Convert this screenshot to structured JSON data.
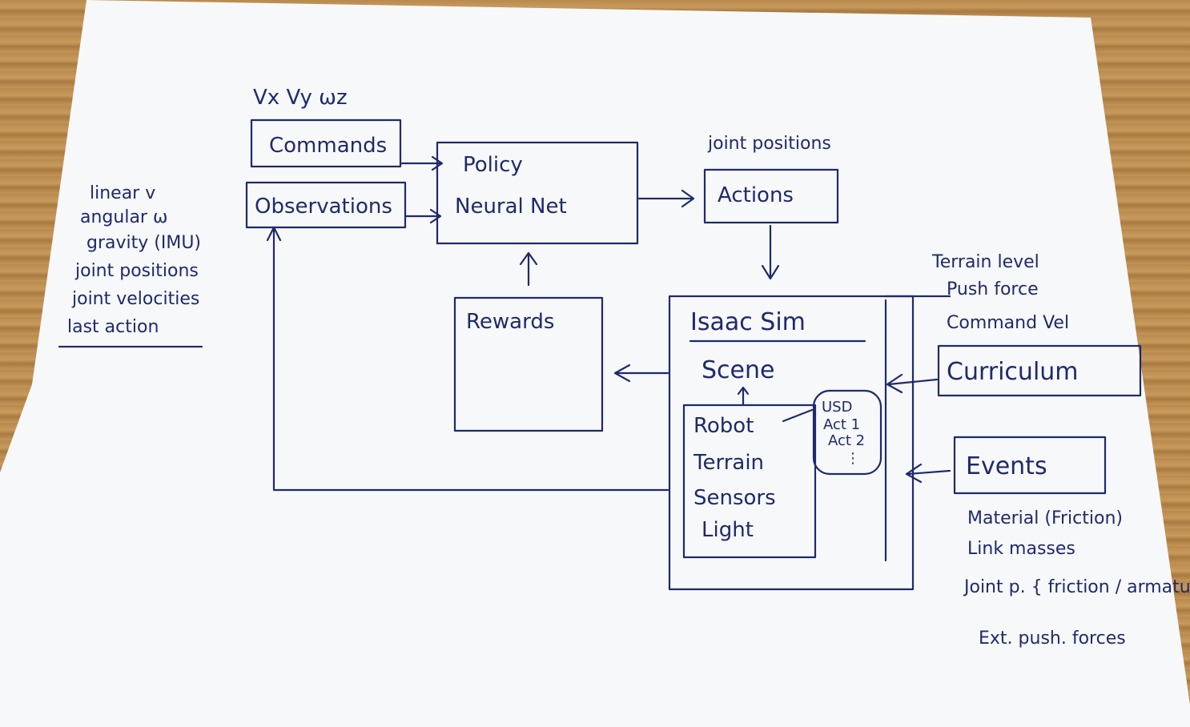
{
  "diagram": {
    "commands_header": "Vx Vy ωz",
    "commands": "Commands",
    "observations": "Observations",
    "observation_list": [
      "linear v",
      "angular ω",
      "gravity (IMU)",
      "joint positions",
      "joint velocities",
      "last action"
    ],
    "policy_line1": "Policy",
    "policy_line2": "Neural Net",
    "actions_header": "joint positions",
    "actions": "Actions",
    "rewards": "Rewards",
    "isaac_sim": "Isaac Sim",
    "scene": "Scene",
    "scene_items": [
      "Robot",
      "Terrain",
      "Sensors",
      "Light"
    ],
    "usd_items": [
      "USD",
      "Act 1",
      "Act 2",
      "⋮"
    ],
    "curriculum_list": [
      "Terrain level",
      "Push force",
      "Command Vel"
    ],
    "curriculum": "Curriculum",
    "events": "Events",
    "events_list": [
      "Material (Friction)",
      "Link masses",
      "Joint p. { friction / armature"
    ],
    "events_extra": "Ext. push. forces"
  },
  "colors": {
    "ink": "#1f2a6b",
    "paper": "#f7f8fa",
    "desk": "#b88a4e"
  }
}
